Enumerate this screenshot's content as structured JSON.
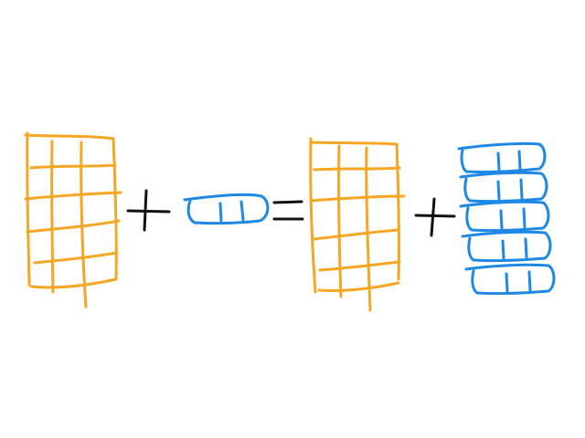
{
  "colors": {
    "grid_orange": "#F5A623",
    "rod_blue": "#1E88E5",
    "operator_black": "#111111",
    "background": "#FFFFFF"
  },
  "equation": {
    "terms": [
      {
        "kind": "hundred-grid",
        "icon": "grid-10x10-icon",
        "rows": 5,
        "cols": 3
      },
      {
        "kind": "operator",
        "symbol": "plus"
      },
      {
        "kind": "ten-rod",
        "icon": "rod-icon"
      },
      {
        "kind": "operator",
        "symbol": "equals"
      },
      {
        "kind": "hundred-grid",
        "icon": "grid-10x10-icon",
        "rows": 5,
        "cols": 3
      },
      {
        "kind": "operator",
        "symbol": "plus"
      },
      {
        "kind": "ten-rod-stack",
        "icon": "rod-stack-icon",
        "count": 5
      }
    ]
  }
}
